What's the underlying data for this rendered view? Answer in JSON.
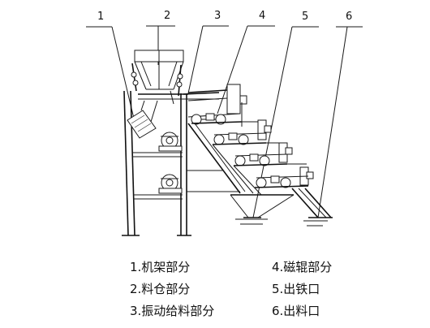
{
  "callouts": [
    {
      "num": "1"
    },
    {
      "num": "2"
    },
    {
      "num": "3"
    },
    {
      "num": "4"
    },
    {
      "num": "5"
    },
    {
      "num": "6"
    }
  ],
  "legend": {
    "left": [
      "1.机架部分",
      "2.料仓部分",
      "3.振动给料部分"
    ],
    "right": [
      "4.磁辊部分",
      "5.出铁口",
      "6.出料口"
    ]
  }
}
